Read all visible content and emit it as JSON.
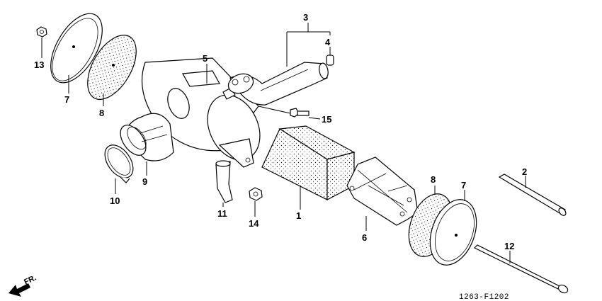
{
  "diagram": {
    "labels": {
      "p1": "1",
      "p2": "2",
      "p3": "3",
      "p4": "4",
      "p5": "5",
      "p6": "6",
      "p7a": "7",
      "p7b": "7",
      "p8a": "8",
      "p8b": "8",
      "p9": "9",
      "p10": "10",
      "p11": "11",
      "p12": "12",
      "p13": "13",
      "p14": "14",
      "p15": "15"
    },
    "front_marker": "FR.",
    "diagram_code": "1263-F1202"
  }
}
